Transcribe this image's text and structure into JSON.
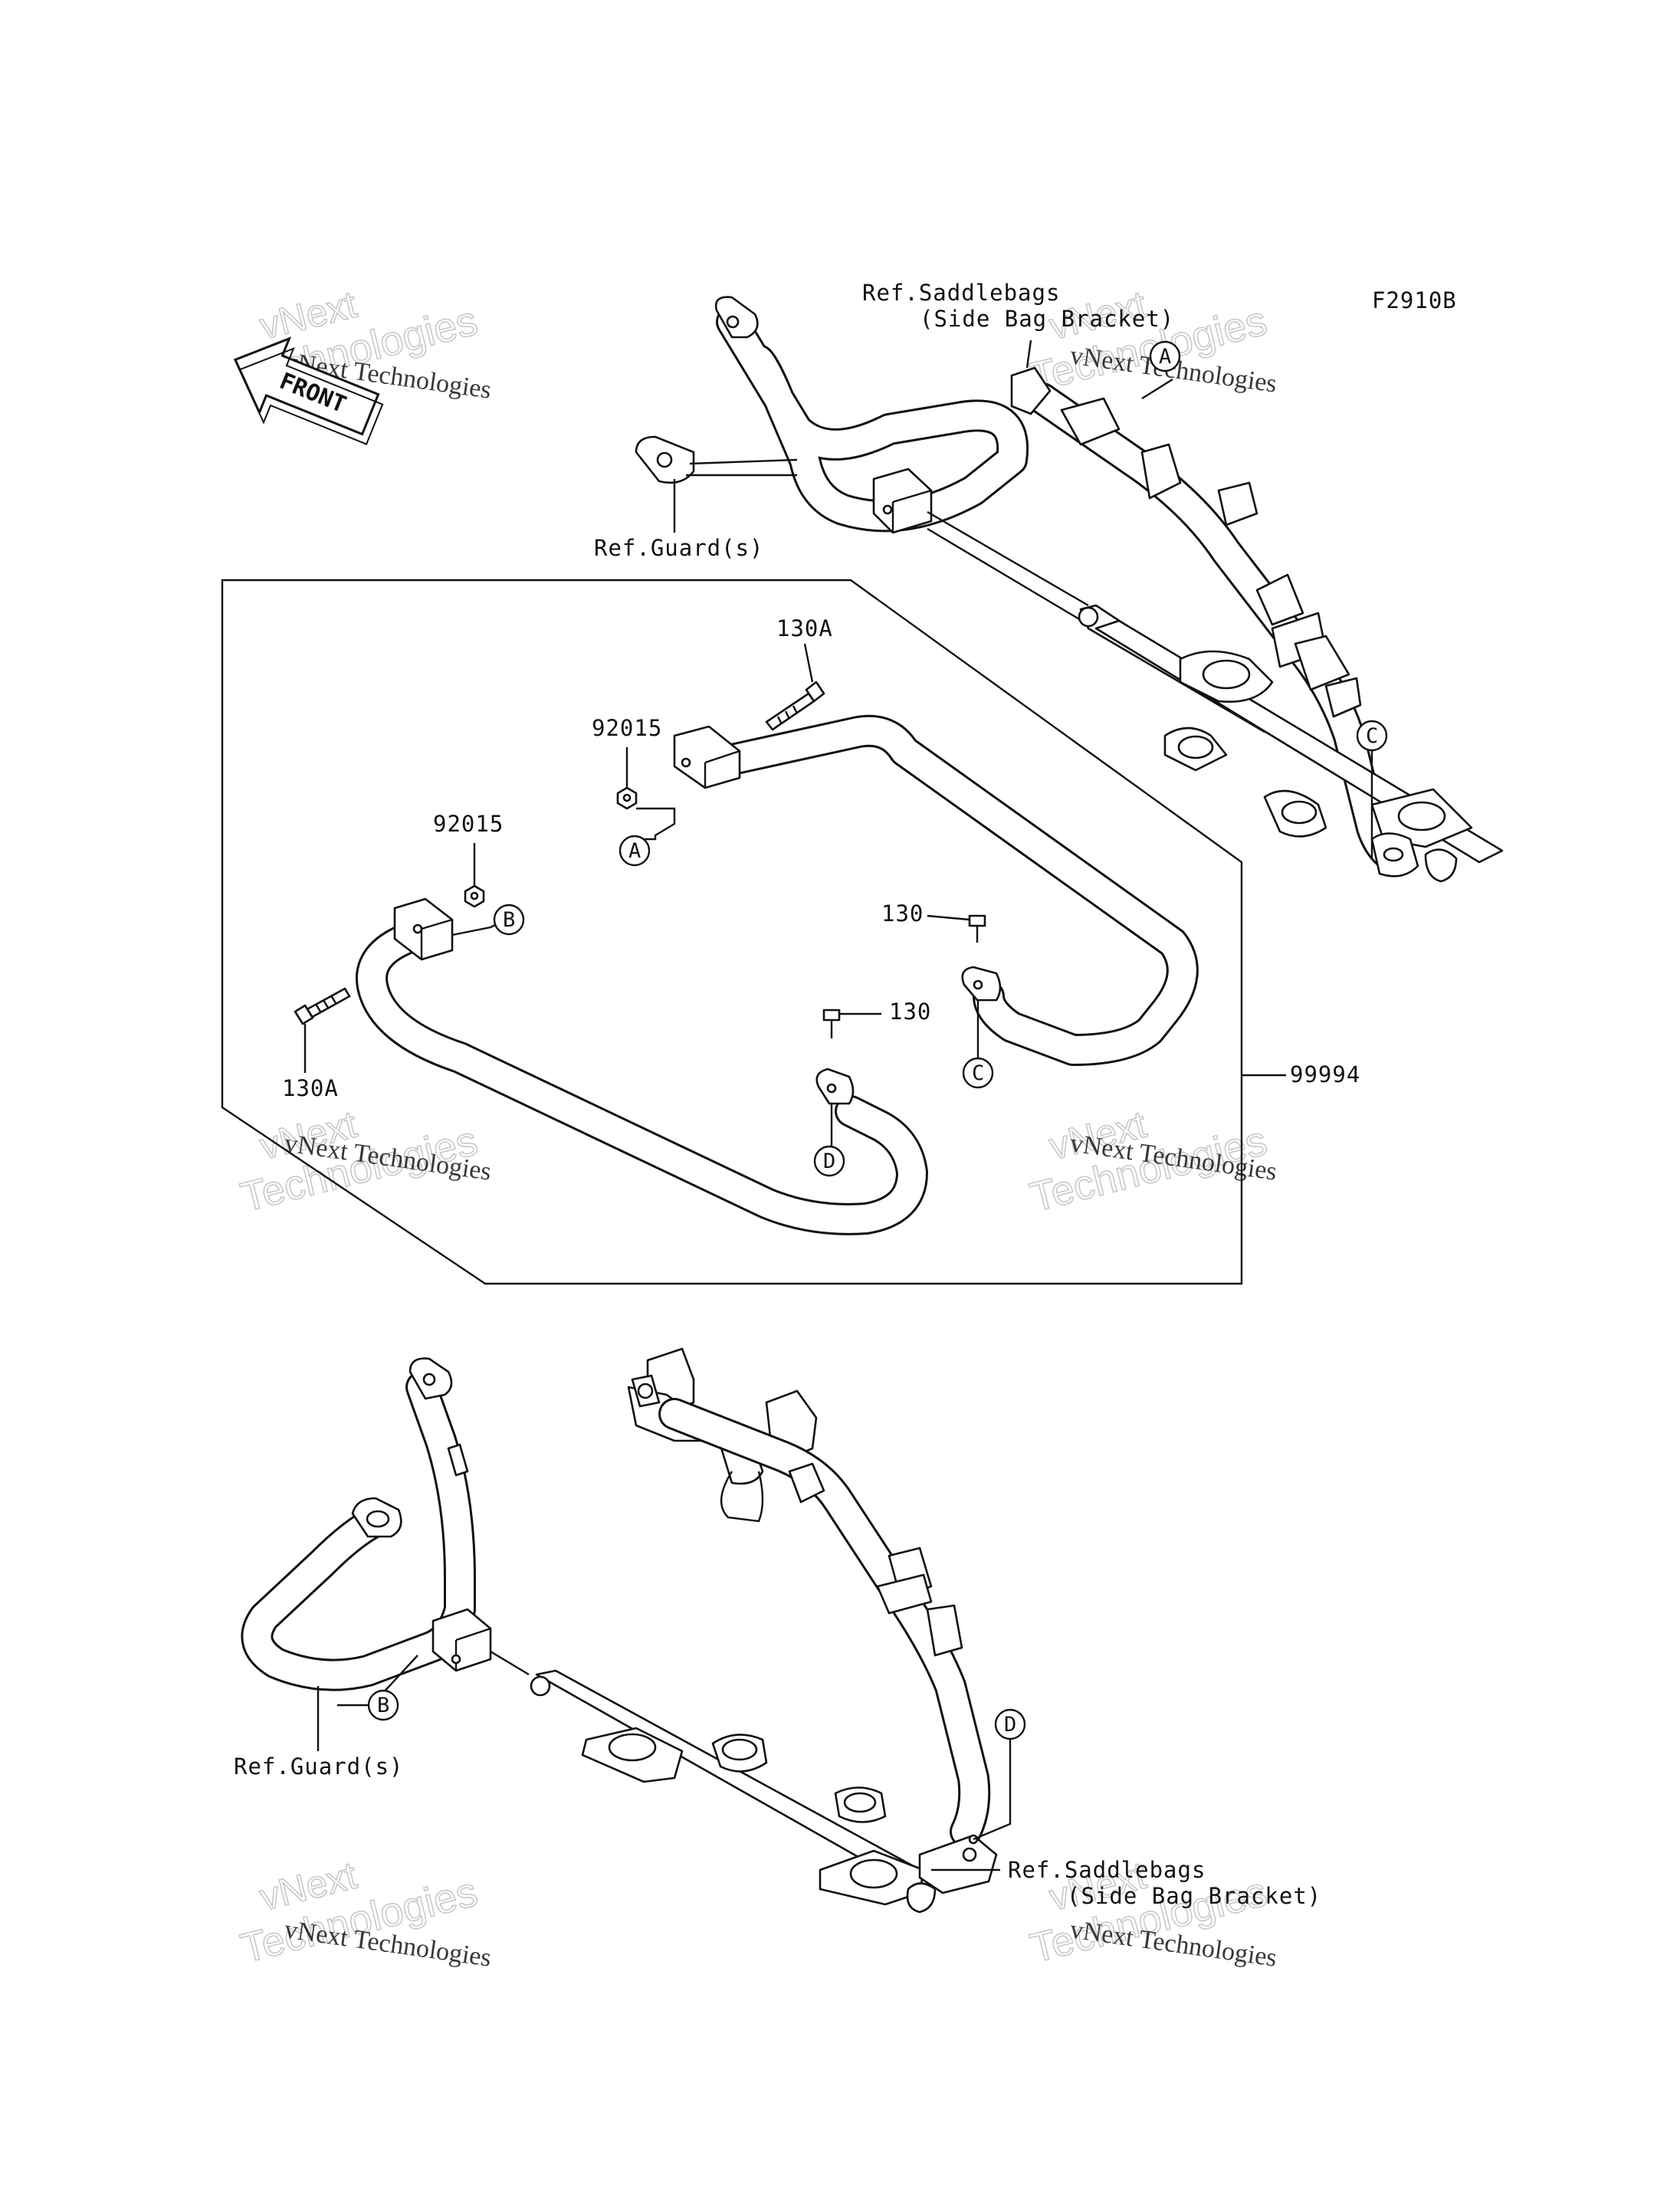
{
  "diagram_code": "F2910B",
  "front_arrow": "FRONT",
  "watermarks": [
    {
      "line1": "vNext Technologies",
      "line2": "vNext",
      "line3": "Technologies"
    }
  ],
  "refs": {
    "saddlebags_top_line1": "Ref.Saddlebags",
    "saddlebags_top_line2": "(Side Bag Bracket)",
    "guard_top": "Ref.Guard(s)",
    "guard_bottom": "Ref.Guard(s)",
    "saddlebags_bottom_line1": "Ref.Saddlebags",
    "saddlebags_bottom_line2": "(Side Bag Bracket)"
  },
  "parts": {
    "p130A_top": "130A",
    "p92015_top": "92015",
    "p92015_left": "92015",
    "p130_right": "130",
    "p130_mid": "130",
    "p130A_left": "130A",
    "assembly": "99994"
  },
  "callouts": {
    "A_top": "A",
    "A_inner": "A",
    "B_inner": "B",
    "B_bottom": "B",
    "C_top": "C",
    "C_inner": "C",
    "D_inner": "D",
    "D_bottom": "D"
  }
}
